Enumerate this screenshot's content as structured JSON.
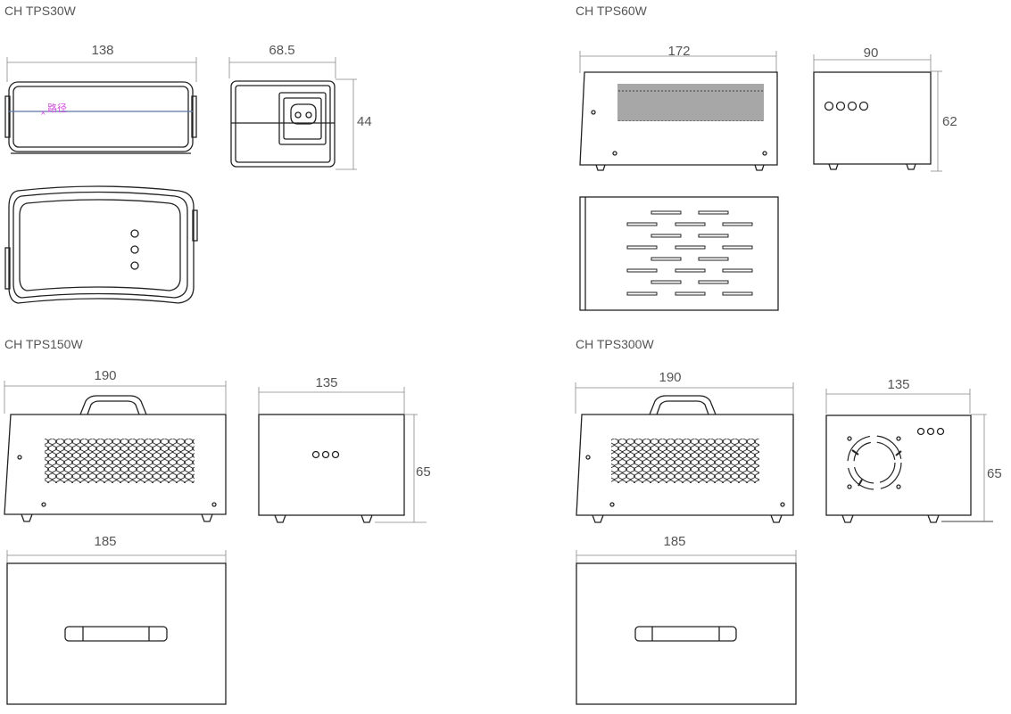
{
  "models": [
    {
      "title": "CH TPS30W",
      "width": "138",
      "depth": "68.5",
      "height": "44",
      "annotation": "路径"
    },
    {
      "title": "CH  TPS60W",
      "width": "172",
      "depth": "90",
      "height": "62"
    },
    {
      "title": "CH  TPS150W",
      "width": "190",
      "depth": "135",
      "height": "65",
      "top_width": "185"
    },
    {
      "title": "CH  TPS300W",
      "width": "190",
      "depth": "135",
      "height": "65",
      "top_width": "185"
    }
  ]
}
